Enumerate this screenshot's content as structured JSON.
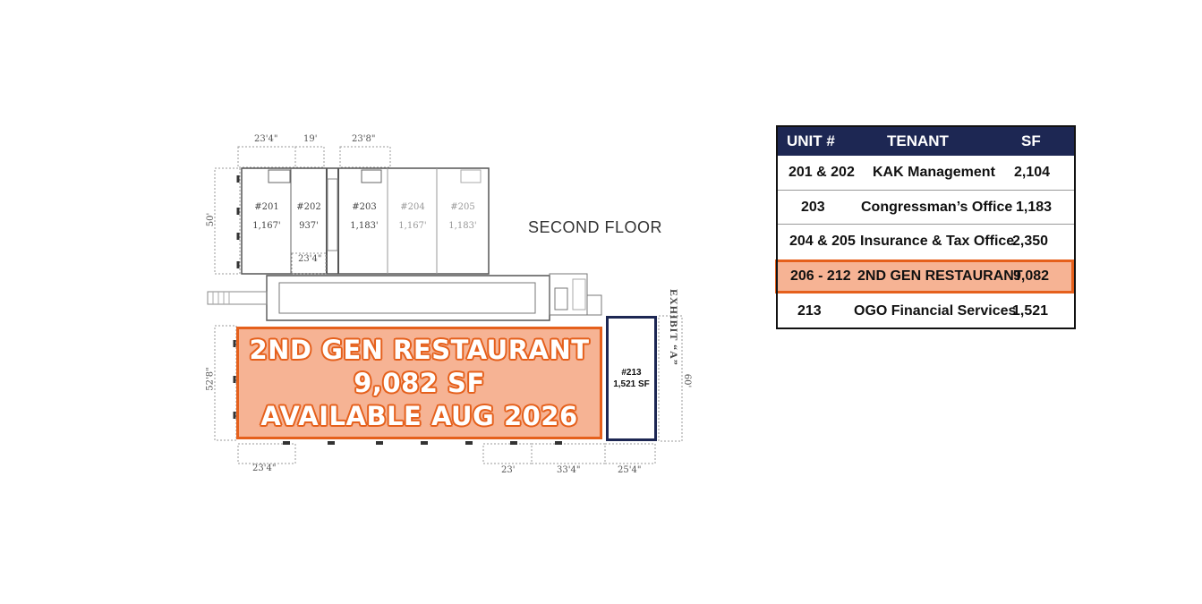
{
  "plan": {
    "floor_label": "SECOND FLOOR",
    "exhibit_label": "EXHIBIT “A”",
    "dims": {
      "top_1": "23'4\"",
      "top_2": "19'",
      "top_3": "23'8\"",
      "left_top": "50'",
      "corridor": "23'4\"",
      "left_bottom": "52'8\"",
      "right": "60'",
      "bottom_1": "23'4\"",
      "bottom_2": "23'",
      "bottom_3": "33'4\"",
      "bottom_4": "25'4\""
    },
    "rooms": [
      {
        "num": "#201",
        "sf": "1,167'"
      },
      {
        "num": "#202",
        "sf": "937'"
      },
      {
        "num": "#203",
        "sf": "1,183'"
      },
      {
        "num": "#204",
        "sf": "1,167'"
      },
      {
        "num": "#205",
        "sf": "1,183'"
      }
    ],
    "unit213": {
      "num": "#213",
      "sf": "1,521 SF"
    },
    "banner": {
      "line1": "2ND GEN RESTAURANT",
      "line2": "9,082 SF",
      "line3": "AVAILABLE AUG 2026"
    }
  },
  "table": {
    "headers": [
      "UNIT #",
      "TENANT",
      "SF"
    ],
    "rows": [
      {
        "unit": "201 & 202",
        "tenant": "KAK Management",
        "sf": "2,104"
      },
      {
        "unit": "203",
        "tenant": "Congressman’s Office",
        "sf": "1,183"
      },
      {
        "unit": "204 & 205",
        "tenant": "Insurance & Tax Office",
        "sf": "2,350"
      },
      {
        "unit": "206 - 212",
        "tenant": "2ND GEN RESTAURANT",
        "sf": "9,082"
      },
      {
        "unit": "213",
        "tenant": "OGO Financial Services",
        "sf": "1,521"
      }
    ]
  },
  "colors": {
    "header_navy": "#1d2753",
    "highlight_fill": "#f6b394",
    "highlight_border": "#e5601c"
  }
}
